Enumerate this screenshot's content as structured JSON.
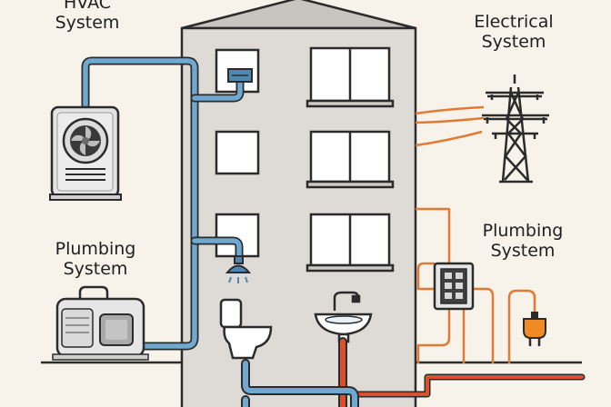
{
  "labels": {
    "hvac": {
      "line1": "HVAC",
      "line2": "System"
    },
    "electrical": {
      "line1": "Electrical",
      "line2": "System"
    },
    "plumbing_left": {
      "line1": "Plumbing",
      "line2": "System"
    },
    "plumbing_right": {
      "line1": "Plumbing",
      "line2": "System"
    }
  },
  "colors": {
    "background": "#f7f3ea",
    "building": "#dedbd6",
    "roof": "#c8c5c0",
    "outline": "#2b2b2b",
    "water_pipe": "#6fa9d2",
    "hot_pipe": "#d9502f",
    "electrical_wire": "#e07a34",
    "plug": "#f08a24"
  }
}
